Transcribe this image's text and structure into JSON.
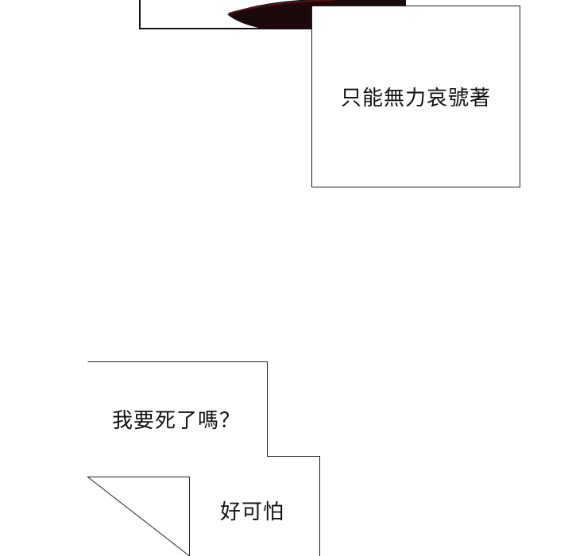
{
  "captions": {
    "upper": "只能無力哀號著",
    "lower_line_1": "我要死了嗎？",
    "lower_line_2": "好可怕"
  },
  "colors": {
    "background": "#ffffff",
    "border": "#111111",
    "art_dark": "#1a0a0c",
    "art_red": "#5a1216"
  }
}
